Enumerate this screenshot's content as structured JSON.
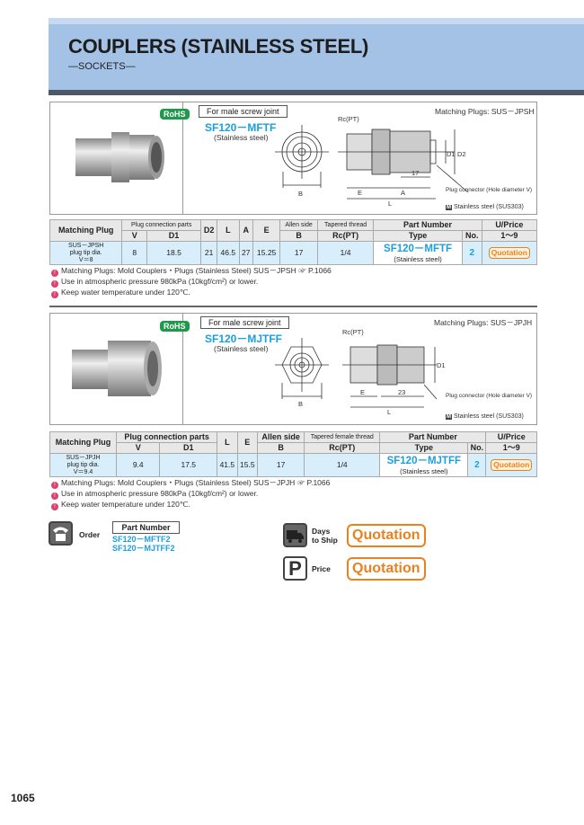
{
  "header": {
    "title": "COUPLERS (STAINLESS STEEL)",
    "subtitle": "—SOCKETS—"
  },
  "products": [
    {
      "rohs": "RoHS",
      "joint": "For male screw joint",
      "type": "SF120－MFTF",
      "material": "(Stainless steel)",
      "matching": "Matching Plugs: SUS－JPSH",
      "material_note": "Stainless steel (SUS303)",
      "material_badge": "M",
      "drawing": {
        "rc": "Rc(PT)",
        "b": "B",
        "e": "E",
        "a": "A",
        "l": "L",
        "dim": "17",
        "d1": "D1",
        "d2": "D2",
        "connector": "Plug connector (Hole diameter V)"
      },
      "table": {
        "headers": {
          "matching": "Matching Plug",
          "plug_parts": "Plug connection parts",
          "v": "V",
          "d1": "D1",
          "d2": "D2",
          "l": "L",
          "a": "A",
          "e": "E",
          "allen": "Allen side",
          "b": "B",
          "tapered": "Tapered thread",
          "rc": "Rc(PT)",
          "part": "Part Number",
          "type": "Type",
          "no": "No.",
          "price": "U/Price",
          "qty": "1～9"
        },
        "row": {
          "matching": [
            "SUS－JPSH",
            "plug tip dia.",
            "V＝8"
          ],
          "v": "8",
          "d1": "18.5",
          "d2": "21",
          "l": "46.5",
          "a": "27",
          "e": "15.25",
          "b": "17",
          "rc": "1/4",
          "type": "SF120－MFTF",
          "material": "(Stainless steel)",
          "no": "2",
          "price": "Quotation"
        }
      },
      "notes": [
        "Matching Plugs: Mold Couplers・Plugs (Stainless Steel) SUS－JPSH ☞ P.1066",
        "Use in atmospheric pressure 980kPa (10kgf/cm²) or lower.",
        "Keep water temperature under 120℃."
      ]
    },
    {
      "rohs": "RoHS",
      "joint": "For male screw joint",
      "type": "SF120－MJTFF",
      "material": "(Stainless steel)",
      "matching": "Matching Plugs: SUS－JPJH",
      "material_note": "Stainless steel (SUS303)",
      "material_badge": "M",
      "drawing": {
        "rc": "Rc(PT)",
        "b": "B",
        "e": "E",
        "l": "L",
        "dim": "23",
        "d1": "D1",
        "connector": "Plug connector (Hole diameter V)"
      },
      "table": {
        "headers": {
          "matching": "Matching Plug",
          "plug_parts": "Plug connection parts",
          "v": "V",
          "d1": "D1",
          "l": "L",
          "e": "E",
          "allen": "Allen side",
          "b": "B",
          "tapered": "Tapered female thread",
          "rc": "Rc(PT)",
          "part": "Part Number",
          "type": "Type",
          "no": "No.",
          "price": "U/Price",
          "qty": "1～9"
        },
        "row": {
          "matching": [
            "SUS－JPJH",
            "plug tip dia.",
            "V＝9.4"
          ],
          "v": "9.4",
          "d1": "17.5",
          "l": "41.5",
          "e": "15.5",
          "b": "17",
          "rc": "1/4",
          "type": "SF120－MJTFF",
          "material": "(Stainless steel)",
          "no": "2",
          "price": "Quotation"
        }
      },
      "notes": [
        "Matching Plugs: Mold Couplers・Plugs (Stainless Steel) SUS－JPJH ☞ P.1066",
        "Use in atmospheric pressure 980kPa (10kgf/cm²) or lower.",
        "Keep water temperature under 120℃."
      ]
    }
  ],
  "order": {
    "label": "Order",
    "part_header": "Part Number",
    "parts": [
      "SF120－MFTF2",
      "SF120－MJTFF2"
    ]
  },
  "ship": {
    "label1": "Days",
    "label2": "to Ship",
    "value": "Quotation"
  },
  "price": {
    "label": "Price",
    "value": "Quotation"
  },
  "page_number": "1065",
  "colors": {
    "accent": "#1a9fe0",
    "quote": "#e8821e",
    "band": "#a3c2e6",
    "rohs": "#1e9a4a"
  }
}
